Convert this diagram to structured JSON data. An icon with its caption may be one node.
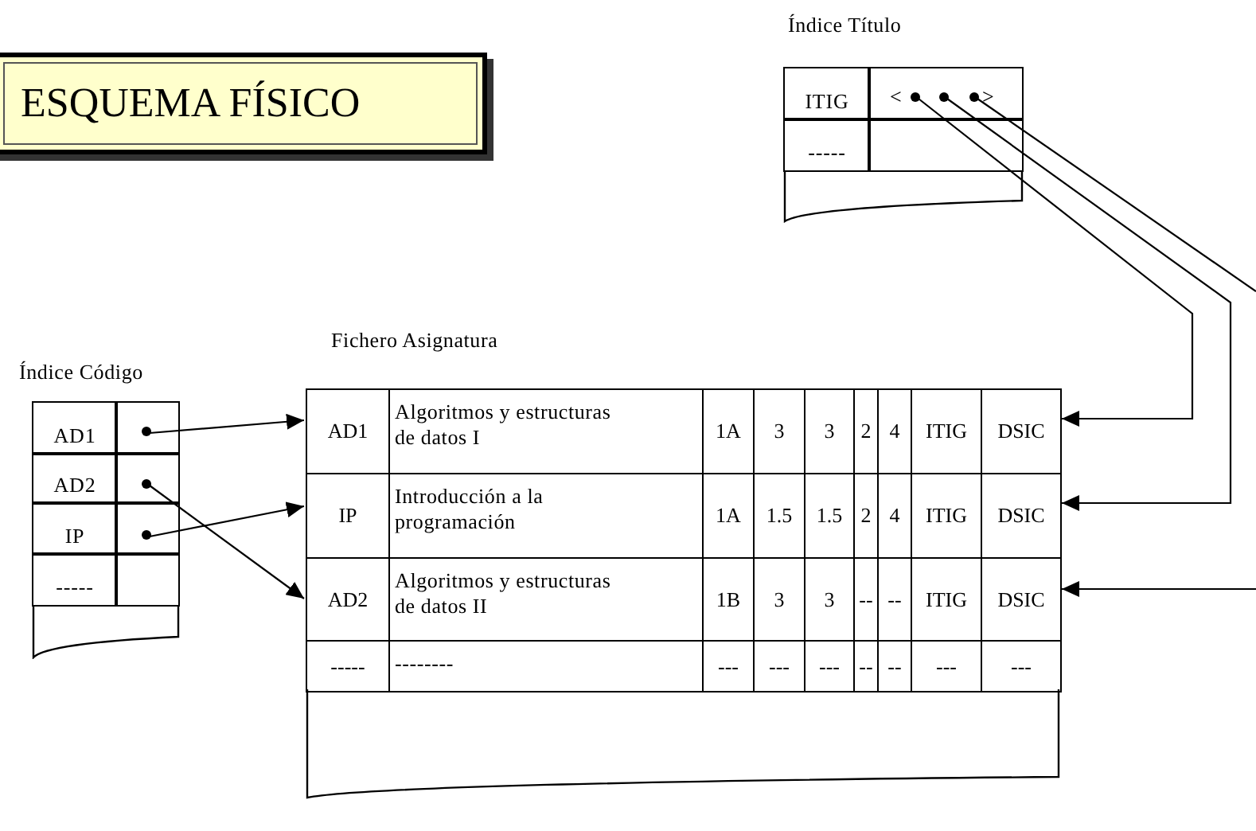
{
  "diagram": {
    "nodes": [
      {
        "text": [
          "ESQUEMA FÍSICO"
        ]
      },
      {
        "text": [
          "Índice Título",
          "ITIG",
          "<",
          ">",
          "-----"
        ]
      },
      {
        "text": [],
        "shape": "circle",
        "in": 1
      },
      {
        "text": [],
        "shape": "circle",
        "in": 1
      },
      {
        "text": [],
        "shape": "circle",
        "in": 1
      },
      {
        "text": [
          "Índice Código",
          "AD1",
          "AD2",
          "IP",
          "-----"
        ]
      },
      {
        "text": [],
        "shape": "circle",
        "in": 5
      },
      {
        "text": [],
        "shape": "circle",
        "in": 5
      },
      {
        "text": [],
        "shape": "circle",
        "in": 5
      },
      {
        "text": [
          "Fichero Asignatura"
        ]
      },
      {
        "text": [
          "AD1",
          "Algoritmos y estructuras de datos I",
          "1A",
          "3",
          "3",
          "2",
          "4",
          "ITIG",
          "DSIC"
        ],
        "in": 9
      },
      {
        "text": [
          "IP",
          "Introducción a la programación",
          "1A",
          "1.5",
          "1.5",
          "2",
          "4",
          "ITIG",
          "DSIC"
        ],
        "in": 9
      },
      {
        "text": [
          "AD2",
          "Algoritmos y estructuras de datos II",
          "1B",
          "3",
          "3",
          "--",
          "--",
          "ITIG",
          "DSIC"
        ],
        "in": 9
      },
      {
        "text": [
          "-----",
          "--------",
          "---",
          "---",
          "---",
          "--",
          "--",
          "---",
          "---"
        ],
        "in": 9
      }
    ],
    "edges": [
      {
        "from": 6,
        "to": 10,
        "arrow": "to"
      },
      {
        "from": 7,
        "to": 12,
        "arrow": "to"
      },
      {
        "from": 8,
        "to": 11,
        "arrow": "to"
      },
      {
        "from": 2,
        "to": 10,
        "arrow": "to"
      },
      {
        "from": 3,
        "to": 11,
        "arrow": "to"
      },
      {
        "from": 4,
        "to": null,
        "arrow": "none"
      },
      {
        "from": null,
        "to": 12,
        "arrow": "to"
      }
    ]
  }
}
